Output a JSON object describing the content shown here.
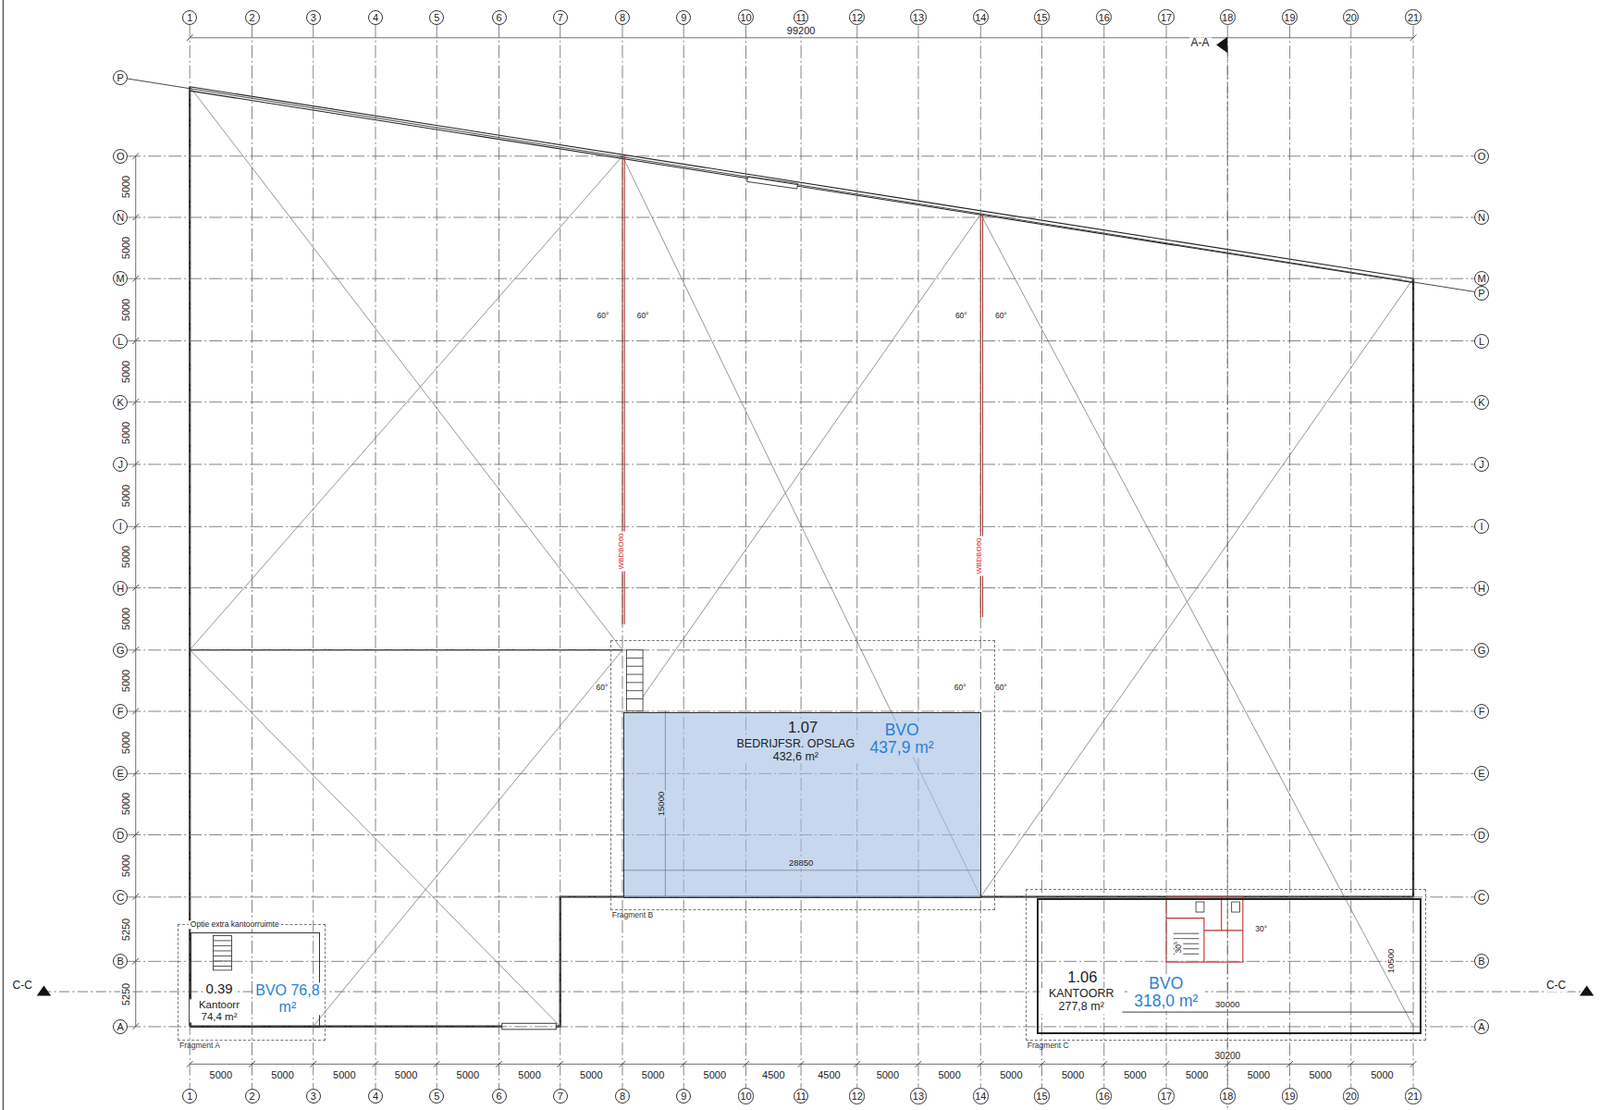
{
  "diagram": {
    "nodes": [
      {
        "text": [
          "1"
        ]
      },
      {
        "text": [
          "2"
        ]
      },
      {
        "text": [
          "3"
        ]
      },
      {
        "text": [
          "4"
        ]
      },
      {
        "text": [
          "5"
        ]
      },
      {
        "text": [
          "6"
        ]
      },
      {
        "text": [
          "7"
        ]
      },
      {
        "text": [
          "8"
        ]
      },
      {
        "text": [
          "9"
        ]
      },
      {
        "text": [
          "10"
        ]
      },
      {
        "text": [
          "11"
        ]
      },
      {
        "text": [
          "12"
        ]
      },
      {
        "text": [
          "13"
        ]
      },
      {
        "text": [
          "14"
        ]
      },
      {
        "text": [
          "15"
        ]
      },
      {
        "text": [
          "16"
        ]
      },
      {
        "text": [
          "17"
        ]
      },
      {
        "text": [
          "18"
        ]
      },
      {
        "text": [
          "19"
        ]
      },
      {
        "text": [
          "20"
        ]
      },
      {
        "text": [
          "21"
        ]
      },
      {
        "text": [
          "P"
        ]
      },
      {
        "text": [
          "O"
        ]
      },
      {
        "text": [
          "N"
        ]
      },
      {
        "text": [
          "M"
        ]
      },
      {
        "text": [
          "L"
        ]
      },
      {
        "text": [
          "K"
        ]
      },
      {
        "text": [
          "J"
        ]
      },
      {
        "text": [
          "I"
        ]
      },
      {
        "text": [
          "H"
        ]
      },
      {
        "text": [
          "G"
        ]
      },
      {
        "text": [
          "F"
        ]
      },
      {
        "text": [
          "E"
        ]
      },
      {
        "text": [
          "D"
        ]
      },
      {
        "text": [
          "C"
        ]
      },
      {
        "text": [
          "B"
        ]
      },
      {
        "text": [
          "A"
        ]
      },
      {
        "text": [
          "O"
        ]
      },
      {
        "text": [
          "N"
        ]
      },
      {
        "text": [
          "M"
        ]
      },
      {
        "text": [
          "P"
        ]
      },
      {
        "text": [
          "L"
        ]
      },
      {
        "text": [
          "K"
        ]
      },
      {
        "text": [
          "J"
        ]
      },
      {
        "text": [
          "I"
        ]
      },
      {
        "text": [
          "H"
        ]
      },
      {
        "text": [
          "G"
        ]
      },
      {
        "text": [
          "F"
        ]
      },
      {
        "text": [
          "E"
        ]
      },
      {
        "text": [
          "D"
        ]
      },
      {
        "text": [
          "C"
        ]
      },
      {
        "text": [
          "B"
        ]
      },
      {
        "text": [
          "A"
        ]
      },
      {
        "text": [
          "1"
        ]
      },
      {
        "text": [
          "2"
        ]
      },
      {
        "text": [
          "3"
        ]
      },
      {
        "text": [
          "4"
        ]
      },
      {
        "text": [
          "5"
        ]
      },
      {
        "text": [
          "6"
        ]
      },
      {
        "text": [
          "7"
        ]
      },
      {
        "text": [
          "8"
        ]
      },
      {
        "text": [
          "9"
        ]
      },
      {
        "text": [
          "10"
        ]
      },
      {
        "text": [
          "11"
        ]
      },
      {
        "text": [
          "12"
        ]
      },
      {
        "text": [
          "13"
        ]
      },
      {
        "text": [
          "14"
        ]
      },
      {
        "text": [
          "15"
        ]
      },
      {
        "text": [
          "16"
        ]
      },
      {
        "text": [
          "17"
        ]
      },
      {
        "text": [
          "18"
        ]
      },
      {
        "text": [
          "19"
        ]
      },
      {
        "text": [
          "20"
        ]
      },
      {
        "text": [
          "21"
        ]
      },
      {
        "text": [
          "Fragment B"
        ]
      },
      {
        "text": [
          "1.07",
          "BEDRIJFSR. OPSLAG 432,6 m²",
          "BVO 437,9 m²"
        ],
        "in": 74
      },
      {
        "text": [
          "Fragment A"
        ]
      },
      {
        "text": [
          "0.39",
          "Kantoorr 74,4 m²",
          "BVO 76,8 m²"
        ],
        "in": 76
      },
      {
        "text": [
          "Fragment C"
        ]
      },
      {
        "text": [
          "1.06",
          "KANTOORR 277,8 m²",
          "BVO 318,0 m²"
        ],
        "in": 78
      }
    ],
    "edges": [
      {
        "from": 0,
        "to": 53,
        "arrow": "none"
      },
      {
        "from": 1,
        "to": 54,
        "arrow": "none"
      },
      {
        "from": 2,
        "to": 55,
        "arrow": "none"
      },
      {
        "from": 3,
        "to": 56,
        "arrow": "none"
      },
      {
        "from": 4,
        "to": 57,
        "arrow": "none"
      },
      {
        "from": 5,
        "to": 58,
        "arrow": "none"
      },
      {
        "from": 6,
        "to": 59,
        "arrow": "none"
      },
      {
        "from": 7,
        "to": 60,
        "arrow": "none"
      },
      {
        "from": 8,
        "to": 61,
        "arrow": "none"
      },
      {
        "from": 9,
        "to": 62,
        "arrow": "none"
      },
      {
        "from": 10,
        "to": 63,
        "arrow": "none"
      },
      {
        "from": 11,
        "to": 64,
        "arrow": "none"
      },
      {
        "from": 12,
        "to": 65,
        "arrow": "none"
      },
      {
        "from": 13,
        "to": 66,
        "arrow": "none"
      },
      {
        "from": 14,
        "to": 67,
        "arrow": "none"
      },
      {
        "from": 15,
        "to": 68,
        "arrow": "none"
      },
      {
        "from": 16,
        "to": 69,
        "arrow": "none"
      },
      {
        "from": 17,
        "to": 70,
        "arrow": "none"
      },
      {
        "from": 18,
        "to": 71,
        "arrow": "none"
      },
      {
        "from": 19,
        "to": 72,
        "arrow": "none"
      },
      {
        "from": 20,
        "to": 73,
        "arrow": "none"
      },
      {
        "from": 21,
        "to": 40,
        "arrow": "none"
      },
      {
        "from": 22,
        "to": 37,
        "arrow": "none"
      },
      {
        "from": 23,
        "to": 38,
        "arrow": "none"
      },
      {
        "from": 24,
        "to": 39,
        "arrow": "none"
      },
      {
        "from": 25,
        "to": 41,
        "arrow": "none"
      },
      {
        "from": 26,
        "to": 42,
        "arrow": "none"
      },
      {
        "from": 27,
        "to": 43,
        "arrow": "none"
      },
      {
        "from": 28,
        "to": 44,
        "arrow": "none"
      },
      {
        "from": 29,
        "to": 45,
        "arrow": "none"
      },
      {
        "from": 30,
        "to": 46,
        "arrow": "none"
      },
      {
        "from": 31,
        "to": 47,
        "arrow": "none"
      },
      {
        "from": 32,
        "to": 48,
        "arrow": "none"
      },
      {
        "from": 33,
        "to": 49,
        "arrow": "none"
      },
      {
        "from": 34,
        "to": 50,
        "arrow": "none"
      },
      {
        "from": 35,
        "to": 51,
        "arrow": "none"
      },
      {
        "from": 36,
        "to": 52,
        "arrow": "none"
      }
    ],
    "labels": [
      "99200",
      "A-A",
      "C-C",
      "C-C",
      "5000",
      "5000",
      "5000",
      "5000",
      "5000",
      "5000",
      "5000",
      "5000",
      "5000",
      "5000",
      "5000",
      "5000",
      "5250",
      "5250",
      "5000",
      "5000",
      "5000",
      "5000",
      "5000",
      "5000",
      "5000",
      "5000",
      "5000",
      "4500",
      "4500",
      "5000",
      "5000",
      "5000",
      "5000",
      "5000",
      "5000",
      "5000",
      "5000",
      "5000",
      "30200",
      "60°",
      "60°",
      "60°",
      "60°",
      "60°",
      "60°",
      "60°",
      "WBDBO60",
      "WBDBO60",
      "Optie extra kantoorruimte",
      "15000",
      "28850",
      "30000",
      "10500",
      "30°",
      "30°"
    ]
  }
}
